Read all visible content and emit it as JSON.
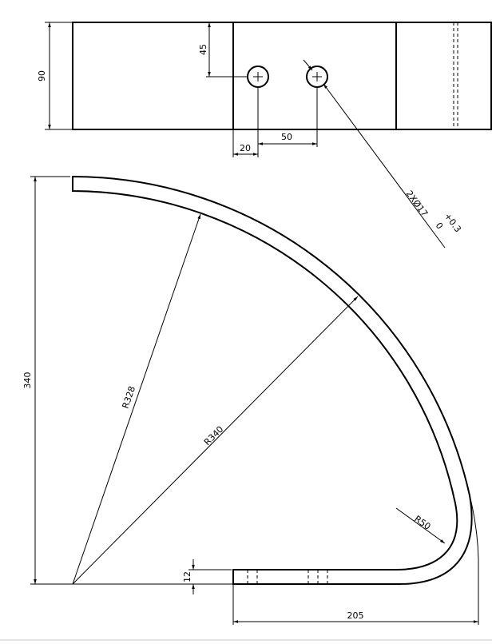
{
  "top_view": {
    "dim_height": "90",
    "dim_hole_offset_y": "45",
    "dim_hole_offset_x": "20",
    "dim_hole_spacing": "50",
    "hole_callout": "2XØ17",
    "tolerance_upper": "+0.3",
    "tolerance_lower": "0"
  },
  "front_view": {
    "dim_height": "340",
    "dim_inner_radius": "R328",
    "dim_outer_radius": "R340",
    "dim_fillet_radius": "R50",
    "dim_thickness": "12",
    "dim_width": "205"
  }
}
